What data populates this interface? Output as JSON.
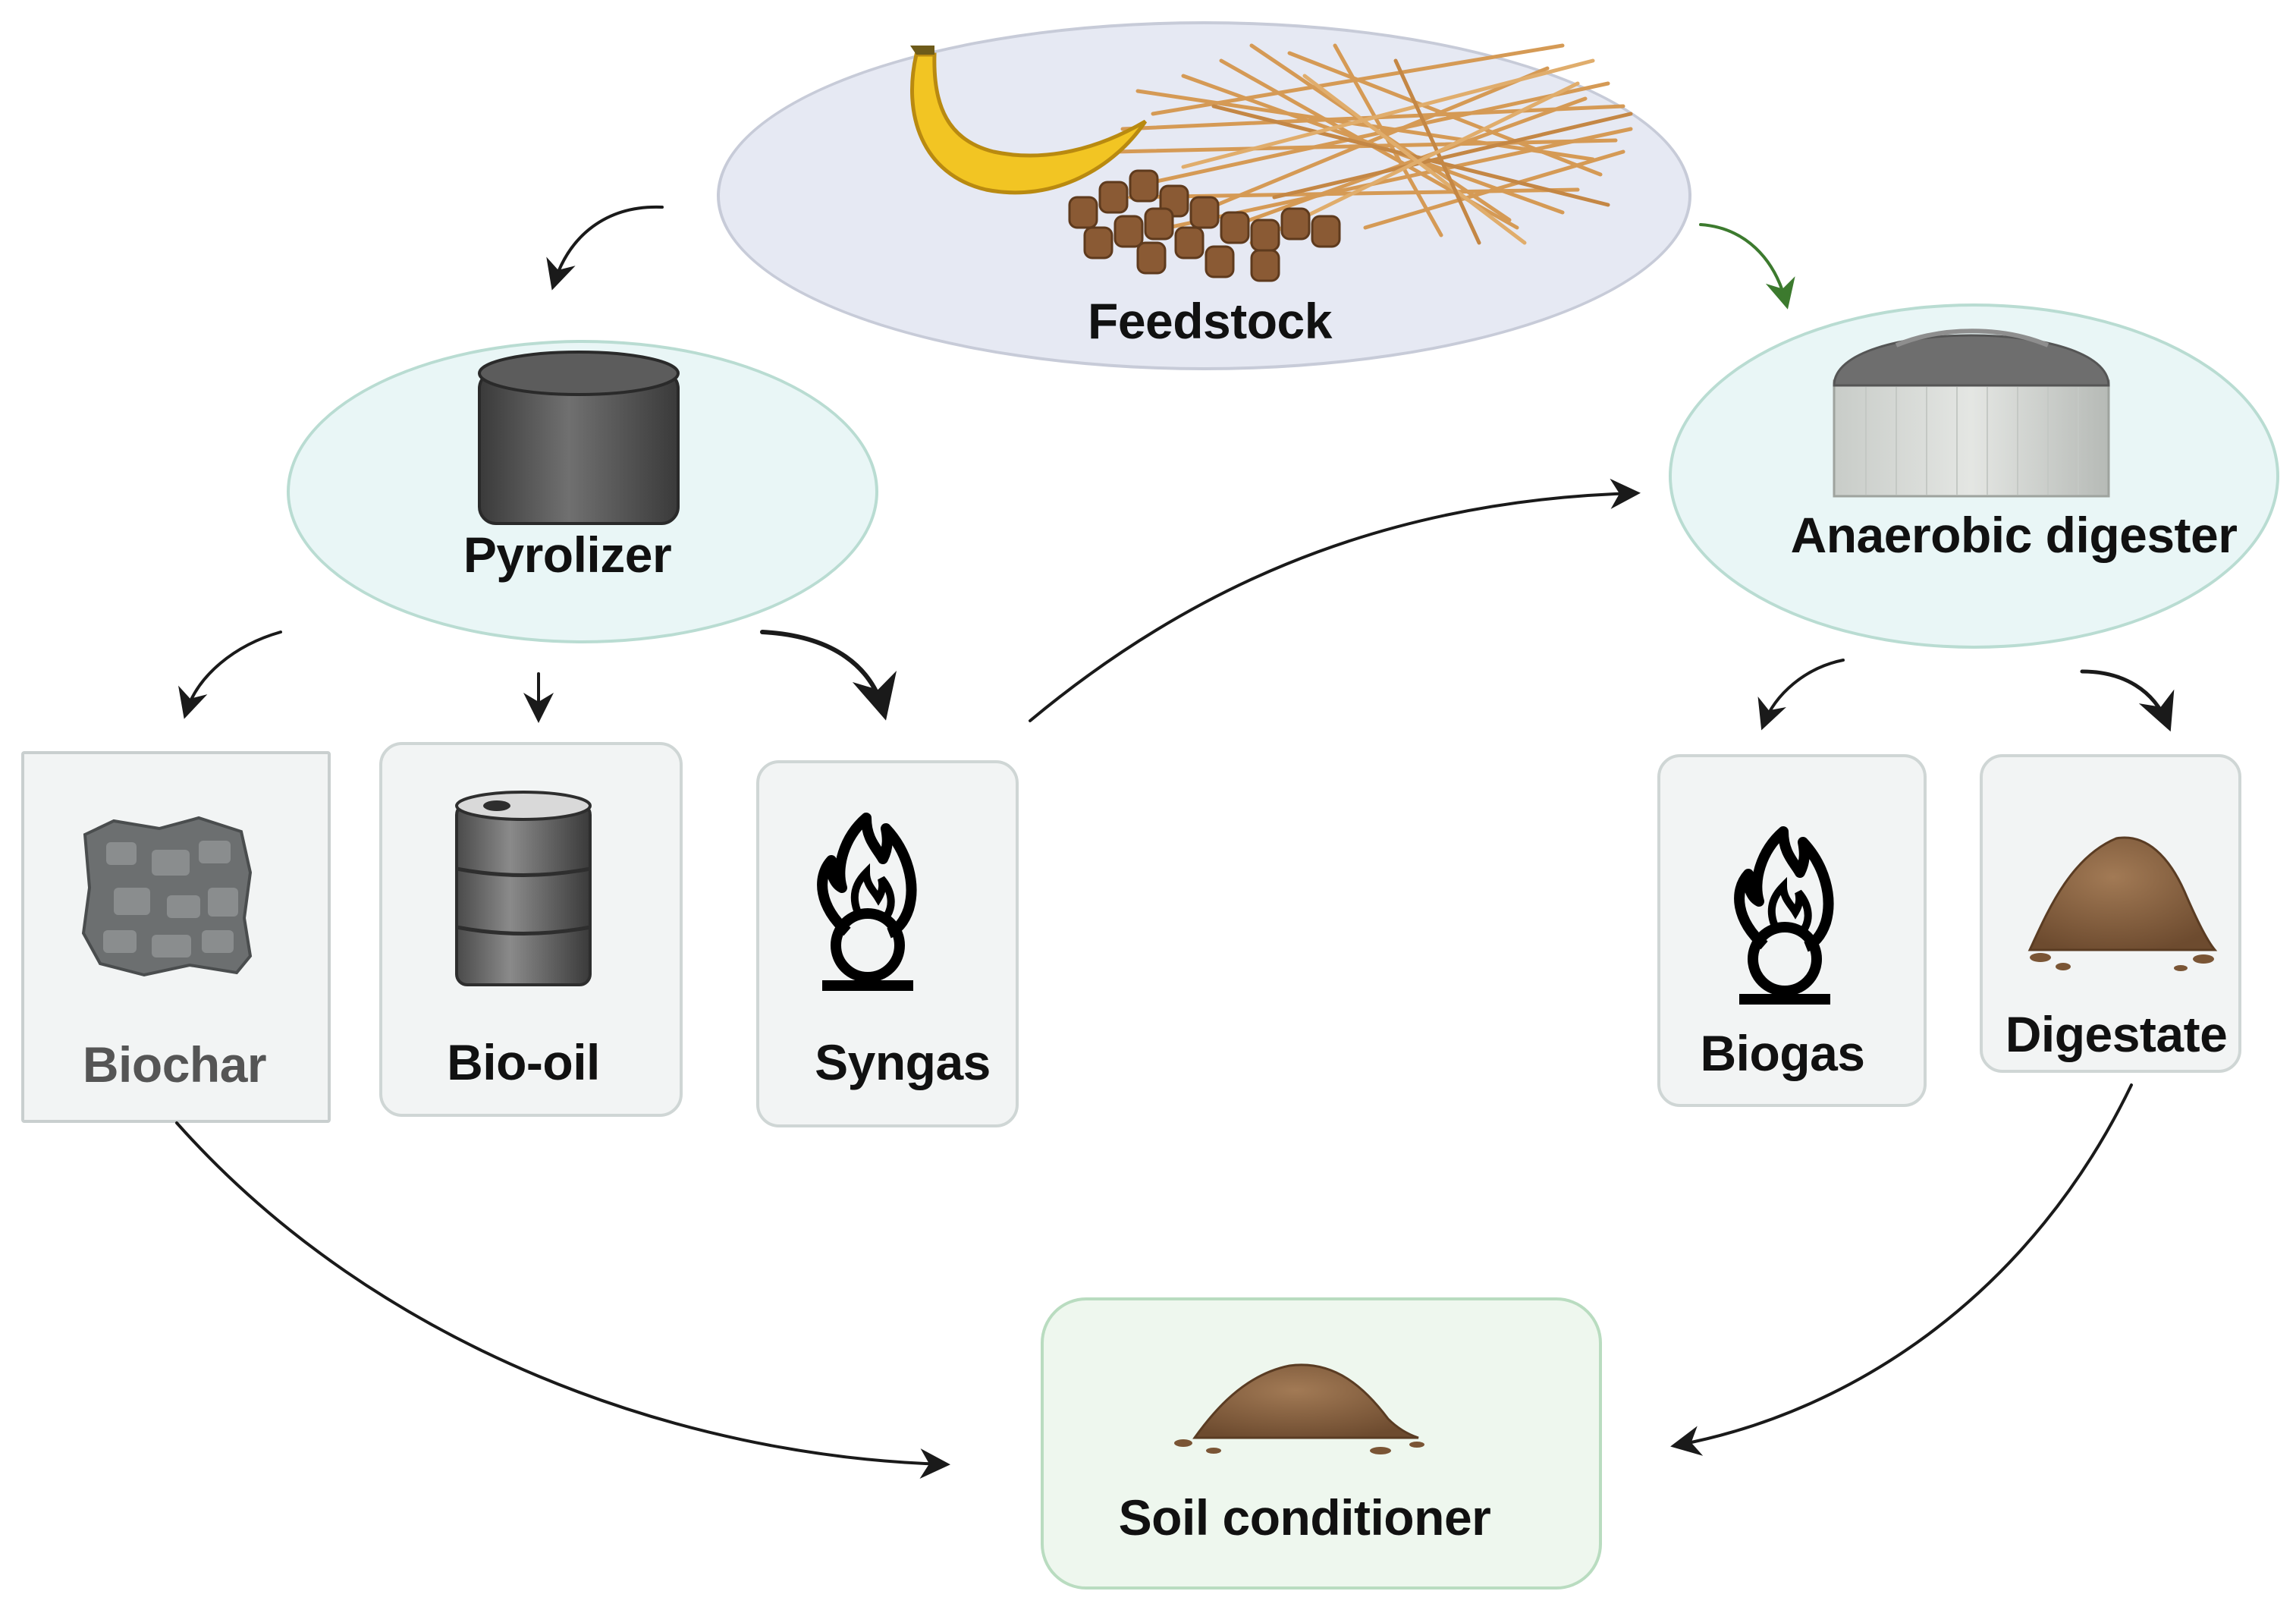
{
  "nodes": {
    "feedstock": "Feedstock",
    "pyrolizer": "Pyrolizer",
    "anaerobic_digester": "Anaerobic digester",
    "biochar": "Biochar",
    "bio_oil": "Bio-oil",
    "syngas": "Syngas",
    "biogas": "Biogas",
    "digestate": "Digestate",
    "soil_conditioner": "Soil conditioner"
  },
  "icons": {
    "feedstock": [
      "banana-icon",
      "straw-icon",
      "pellets-icon"
    ],
    "pyrolizer": "reactor-drum-icon",
    "anaerobic_digester": "digester-tank-icon",
    "biochar": "charcoal-icon",
    "bio_oil": "oil-barrel-icon",
    "syngas": "flame-over-circle-icon",
    "biogas": "flame-over-circle-icon",
    "digestate": "soil-pile-icon",
    "soil_conditioner": "soil-pile-icon"
  },
  "colors": {
    "feedstock_fill": "#e6e9f3",
    "process_fill": "#e9f6f6",
    "process_border": "#b9dcd2",
    "product_fill": "#f2f4f4",
    "soil_fill": "#eef7ee",
    "soil_border": "#b9dcc0",
    "arrow": "#1a1a1a",
    "arrow_to_digester": "#3c7a2e"
  },
  "edges": [
    {
      "from": "Feedstock",
      "to": "Pyrolizer"
    },
    {
      "from": "Feedstock",
      "to": "Anaerobic digester"
    },
    {
      "from": "Pyrolizer",
      "to": "Biochar"
    },
    {
      "from": "Pyrolizer",
      "to": "Bio-oil"
    },
    {
      "from": "Pyrolizer",
      "to": "Syngas"
    },
    {
      "from": "Syngas",
      "to": "Anaerobic digester"
    },
    {
      "from": "Anaerobic digester",
      "to": "Biogas"
    },
    {
      "from": "Anaerobic digester",
      "to": "Digestate"
    },
    {
      "from": "Biochar",
      "to": "Soil conditioner"
    },
    {
      "from": "Digestate",
      "to": "Soil conditioner"
    }
  ]
}
